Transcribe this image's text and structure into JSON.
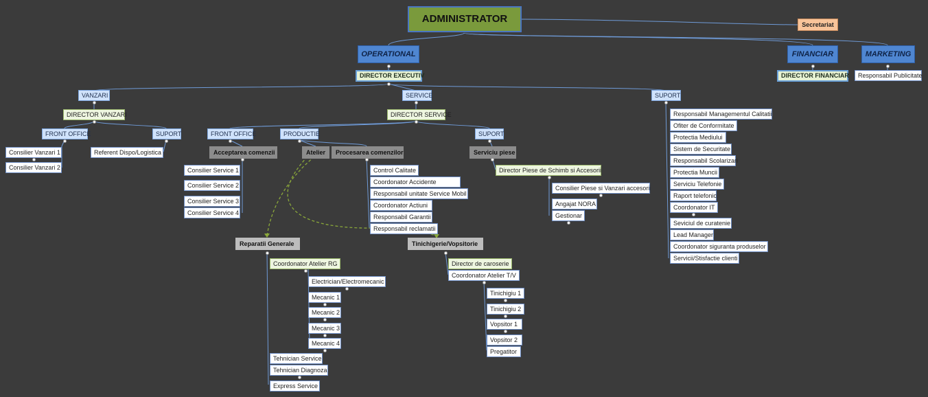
{
  "root": "ADMINISTRATOR",
  "secretariat": "Secretariat",
  "branches": {
    "operational": "OPERATIONAL",
    "financiar": "FINANCIAR",
    "marketing": "MARKETING"
  },
  "directors": {
    "executiv": "DIRECTOR EXECUTIV",
    "financiar": "DIRECTOR FINANCIAR",
    "vanzari": "DIRECTOR VANZARI",
    "service": "DIRECTOR SERVICE"
  },
  "marketing_items": [
    "Responsabil Publicitate"
  ],
  "departments": {
    "vanzari": "VANZARI",
    "service": "SERVICE",
    "suport": "SUPORT"
  },
  "vanzari": {
    "front_office": "FRONT OFFICE",
    "suport": "SUPORT",
    "front_office_items": [
      "Consilier Vanzari 1",
      "Consilier Vanzari 2"
    ],
    "suport_items": [
      "Referent Dispo/Logistica"
    ]
  },
  "service": {
    "front_office": "FRONT OFFICE",
    "productie": "PRODUCTIE",
    "suport": "SUPORT",
    "acceptarea": "Acceptarea comenzii",
    "acceptarea_items": [
      "Consilier Service 1",
      "Consilier Service 2",
      "Consilier Service 3",
      "Consilier Service 4"
    ],
    "atelier": "Atelier",
    "procesarea": "Procesarea comenzilor",
    "procesarea_items": [
      "Control Calitate",
      "Coordonator  Accidente",
      "Responsabil unitate Service Mobil",
      "Coordonator Actiuni",
      "Responsabil Garantii",
      "Responsabil reclamatii"
    ],
    "serviciu_piese": "Serviciu piese",
    "director_piese": "Director Piese de Schimb si Accesorii",
    "piese_items": [
      "Consilier Piese si Vanzari accesorii",
      "Angajat NORA",
      "Gestionar"
    ],
    "reparatii": "Reparatii Generale",
    "coordonator_rg": "Coordonator Atelier RG",
    "rg_subitems": [
      "Electrician/Electromecanic",
      "Mecanic 1",
      "Mecanic 2",
      "Mecanic 3",
      "Mecanic 4"
    ],
    "rg_items": [
      "Tehnician Service",
      "Tehnician Diagnoza",
      "Express Service"
    ],
    "tinichigerie": "Tinichigerie/Vopsitorie",
    "director_caroserie": "Director de caroserie",
    "coordonator_tv": "Coordonator Atelier T/V",
    "tv_items": [
      "Tinichigiu 1",
      "Tinichigiu 2",
      "Vopsitor 1",
      "Vopsitor 2",
      "Pregatitor"
    ]
  },
  "suport_items": [
    "Responsabil Managementul Calitatii",
    "Ofiter de Conformitate",
    "Protectia Mediului",
    "Sistem de Securitate",
    "Responsabil Scolarizari",
    "Protectia Muncii",
    "Serviciu Telefonie",
    "Raport telefonic",
    "Coordonator IT",
    "Seviciul de curatenie",
    "Lead Manager",
    "Coordonator siguranta produselor",
    "Servicii/Stisfactie clienti"
  ]
}
